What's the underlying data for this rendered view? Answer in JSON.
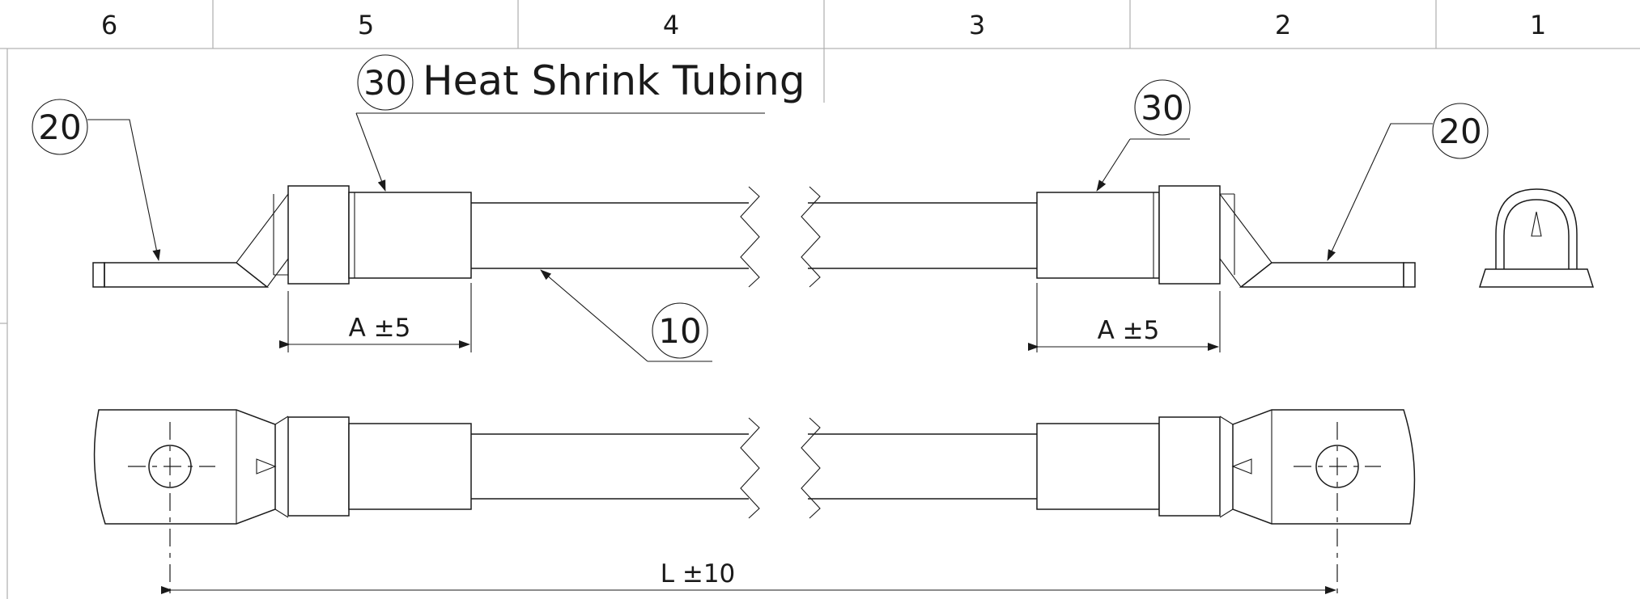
{
  "zones": [
    "6",
    "5",
    "4",
    "3",
    "2",
    "1"
  ],
  "callouts": {
    "cable": "10",
    "lug": "20",
    "sleeve": "30",
    "sleeve_note": "Heat Shrink Tubing"
  },
  "dimensions": {
    "sleeve_length": "A ±5",
    "overall_length": "L ±10"
  }
}
